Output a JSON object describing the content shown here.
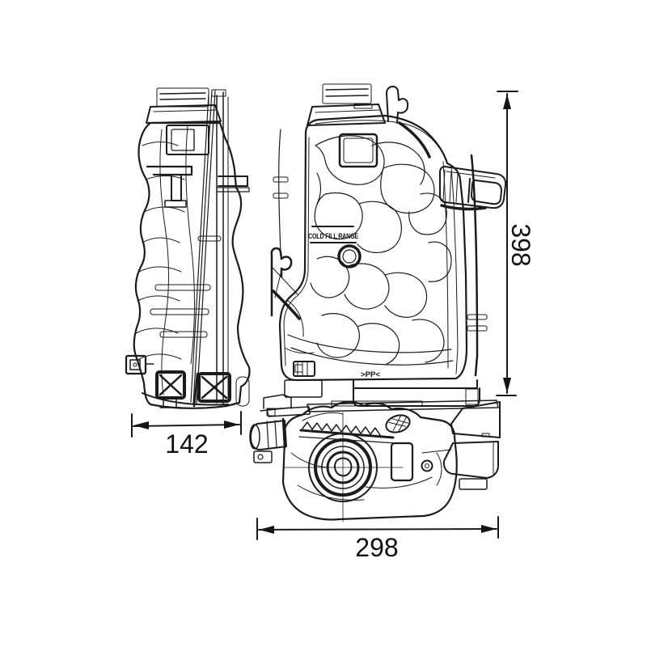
{
  "labels": {
    "cold_fill_range": "COLD FILL RANGE",
    "material_mark": ">PP<"
  },
  "dimensions": {
    "side_width_mm": "142",
    "front_width_mm": "298",
    "height_mm": "398"
  },
  "colors": {
    "line": "#1b1b1b",
    "background": "#ffffff",
    "fill_dark": "#141414"
  }
}
